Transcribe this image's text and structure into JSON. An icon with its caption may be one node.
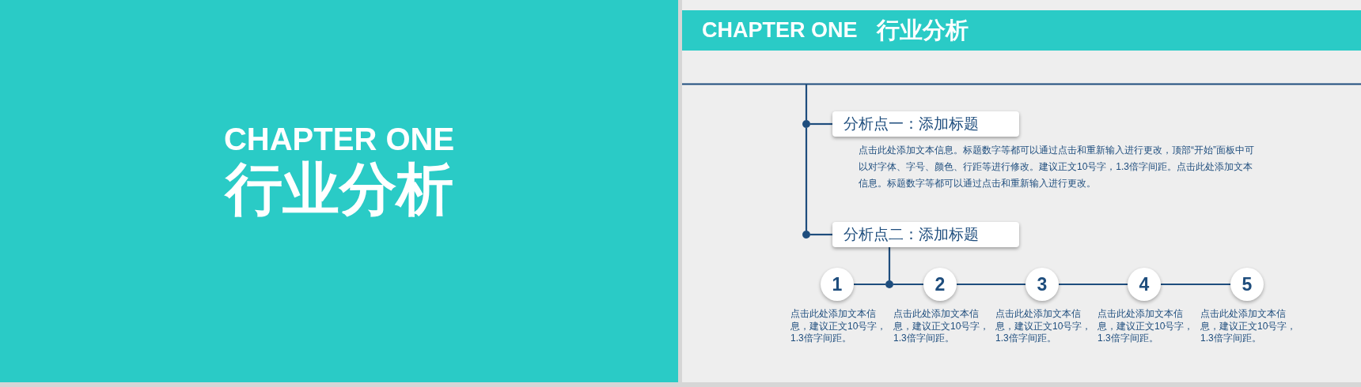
{
  "diagram": {
    "nodes": [
      {
        "text": [
          "CHAPTER ONE",
          "行业分析"
        ]
      },
      {
        "text": [
          "CHAPTER ONE",
          "行业分析"
        ]
      },
      {
        "text": [],
        "shape": "circle"
      },
      {
        "text": [
          "分析点一：添加标题"
        ],
        "beside": [
          "点击此处添加文本信息。标题数字等都可以通过点击和重新输入进行更改，顶部“开始”面板中可以对字体、字号、颜色、行距等进行修改。建议正文10号字，1.3倍字间距。点击此处添加文本信息。标题数字等都可以通过点击和重新输入进行更改。"
        ]
      },
      {
        "text": [],
        "shape": "circle"
      },
      {
        "text": [
          "分析点二：添加标题"
        ]
      },
      {
        "text": [],
        "shape": "circle"
      },
      {
        "text": [
          "1"
        ],
        "beside": [
          "点击此处添加文本信息，建议正文10号字，1.3倍字间距。"
        ]
      },
      {
        "text": [
          "2"
        ],
        "beside": [
          "点击此处添加文本信息，建议正文10号字，1.3倍字间距。"
        ]
      },
      {
        "text": [
          "3"
        ],
        "beside": [
          "点击此处添加文本信息，建议正文10号字，1.3倍字间距。"
        ]
      },
      {
        "text": [
          "4"
        ],
        "beside": [
          "点击此处添加文本信息，建议正文10号字，1.3倍字间距。"
        ]
      },
      {
        "text": [
          "5"
        ],
        "beside": [
          "点击此处添加文本信息，建议正文10号字，1.3倍字间距。"
        ]
      }
    ],
    "edges": [
      {
        "from": null,
        "to": 2,
        "arrow": "none"
      },
      {
        "from": 2,
        "to": 3,
        "arrow": "none"
      },
      {
        "from": 2,
        "to": 4,
        "arrow": "none"
      },
      {
        "from": 4,
        "to": 5,
        "arrow": "none"
      },
      {
        "from": 5,
        "to": 6,
        "arrow": "none"
      },
      {
        "from": 7,
        "to": 6,
        "arrow": "none"
      },
      {
        "from": 6,
        "to": 8,
        "arrow": "none"
      },
      {
        "from": 8,
        "to": 9,
        "arrow": "none"
      },
      {
        "from": 9,
        "to": 10,
        "arrow": "none"
      },
      {
        "from": 10,
        "to": 11,
        "arrow": "none"
      }
    ]
  }
}
